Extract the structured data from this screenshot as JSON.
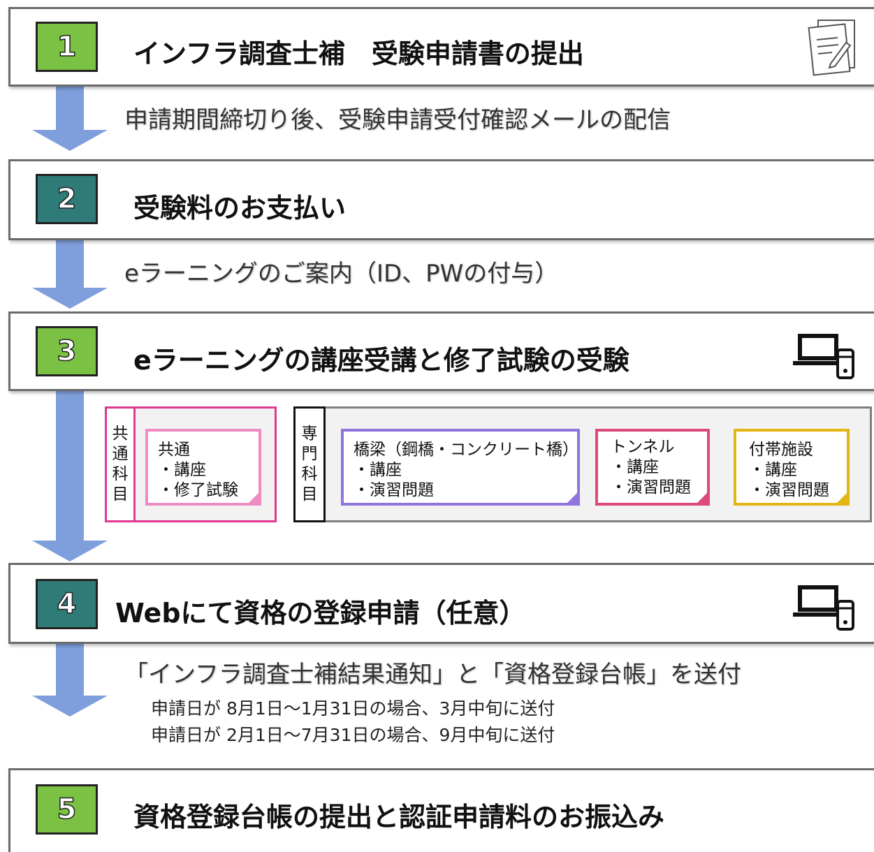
{
  "steps": [
    {
      "number": "1",
      "title": "インフラ調査士補　受験申請書の提出",
      "icon": "document-pen-icon"
    },
    {
      "number": "2",
      "title": "受験料のお支払い"
    },
    {
      "number": "3",
      "title": "eラーニングの講座受講と修了試験の受験",
      "icon": "laptop-phone-icon"
    },
    {
      "number": "4",
      "title": "Webにて資格の登録申請（任意）",
      "icon": "laptop-phone-icon"
    },
    {
      "number": "5",
      "title": "資格登録台帳の提出と認証申請料のお振込み"
    }
  ],
  "transitions": {
    "after_1": "申請期間締切り後、受験申請受付確認メールの配信",
    "after_2": "eラーニングのご案内（ID、PWの付与）",
    "after_4": {
      "main": "「インフラ調査士補結果通知」と「資格登録台帳」を送付",
      "lines": [
        "申請日が 8月1日～1月31日の場合、3月中旬に送付",
        "申請日が 2月1日～7月31日の場合、9月中旬に送付"
      ]
    }
  },
  "courses": {
    "common_label": [
      "共",
      "通",
      "科",
      "目"
    ],
    "specialized_label": [
      "専",
      "門",
      "科",
      "目"
    ],
    "common_card": {
      "title": "共通",
      "items": [
        "・講座",
        "・修了試験"
      ]
    },
    "specialized_cards": [
      {
        "title": "橋梁（鋼橋・コンクリート橋）",
        "items": [
          "・講座",
          "・演習問題"
        ]
      },
      {
        "title": "トンネル",
        "items": [
          "・講座",
          "・演習問題"
        ]
      },
      {
        "title": "付帯施設",
        "items": [
          "・講座",
          "・演習問題"
        ]
      }
    ]
  },
  "colors": {
    "green": "#7bc143",
    "teal": "#2f7b78",
    "arrow": "#7f9fdc",
    "common_border": "#e0378f",
    "common_card": "#ef8cc4",
    "bridge_card": "#8f74e0",
    "tunnel_card": "#dd4a7a",
    "facility_card": "#e3b616"
  }
}
